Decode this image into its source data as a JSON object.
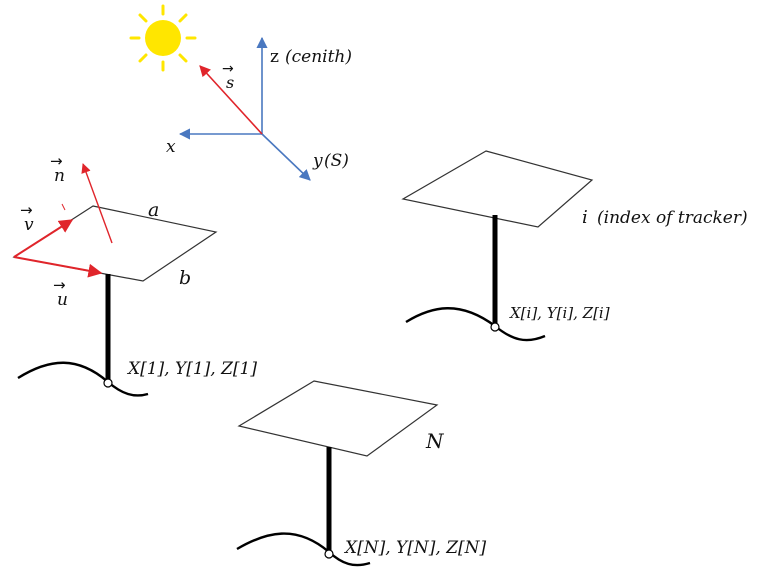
{
  "colors": {
    "sun": "#FFE600",
    "axis": "#4A78C0",
    "vector": "#E0252B",
    "panel_stroke": "#333333",
    "post": "#000000"
  },
  "icons": {
    "sun": "sun-icon",
    "vector_arrow": "right-arrow-glyph"
  },
  "axes": {
    "z_label": "z",
    "z_note": "(cenith)",
    "x_label": "x",
    "y_label": "y",
    "y_note": "(S)",
    "sun_vector_label": "s"
  },
  "tracker_1": {
    "normal_label": "n",
    "v_label": "v",
    "u_label": "u",
    "side_a": "a",
    "side_b": "b",
    "coords": "X[1], Y[1], Z[1]"
  },
  "tracker_i": {
    "label": "i",
    "note": "(index of tracker)",
    "coords": "X[i], Y[i], Z[i]"
  },
  "tracker_n": {
    "label": "N",
    "coords": "X[N], Y[N], Z[N]"
  },
  "vector_glyph": "→"
}
